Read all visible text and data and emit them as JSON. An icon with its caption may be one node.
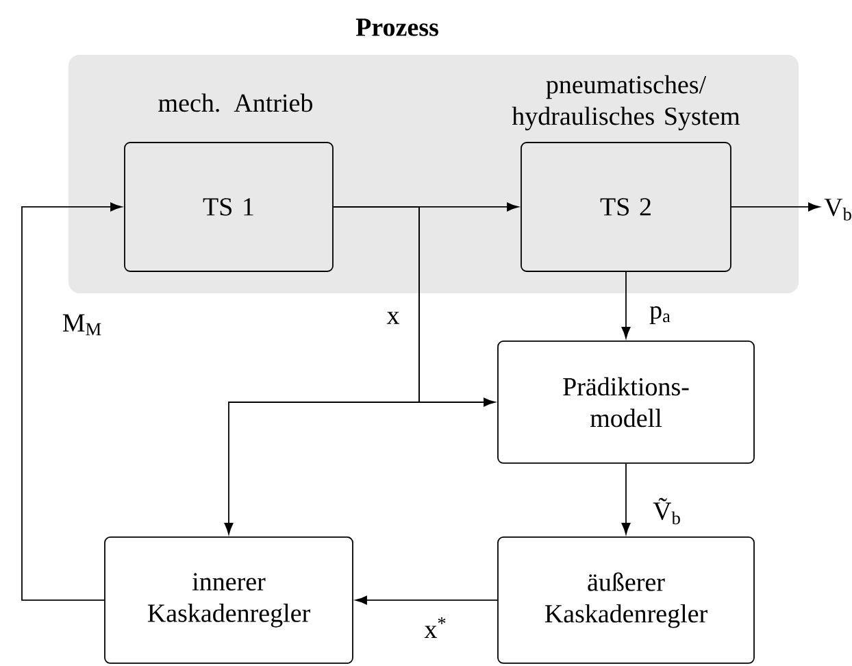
{
  "diagram": {
    "nodes": [
      {
        "text": [
          "Prozess"
        ]
      },
      {
        "text": [
          "TS 1"
        ],
        "beside": [
          "mech. Antrieb"
        ],
        "in": 0
      },
      {
        "text": [
          "TS 2"
        ],
        "beside": [
          "pneumatisches/ hydraulisches System"
        ],
        "in": 0
      },
      {
        "text": [
          "Prädiktions- modell"
        ]
      },
      {
        "text": [
          "äußerer Kaskadenregler"
        ]
      },
      {
        "text": [
          "innerer Kaskadenregler"
        ]
      }
    ],
    "edges": [
      {
        "from": 1,
        "to": 2,
        "arrow": "to"
      },
      {
        "from": 1,
        "to": 3,
        "arrow": "to",
        "label": "x"
      },
      {
        "from": 1,
        "to": 5,
        "arrow": "to"
      },
      {
        "from": 2,
        "to": null,
        "arrow": "to",
        "label": "V$_{b}$"
      },
      {
        "from": 2,
        "to": 3,
        "arrow": "to",
        "label": "p$_{a}$"
      },
      {
        "from": 3,
        "to": 4,
        "arrow": "to",
        "label": "Ṽ$_{b}$"
      },
      {
        "from": 4,
        "to": 5,
        "arrow": "to",
        "label": "x$^{*}$"
      },
      {
        "from": 5,
        "to": 1,
        "arrow": "to",
        "label": "M$_{M}$"
      }
    ]
  }
}
